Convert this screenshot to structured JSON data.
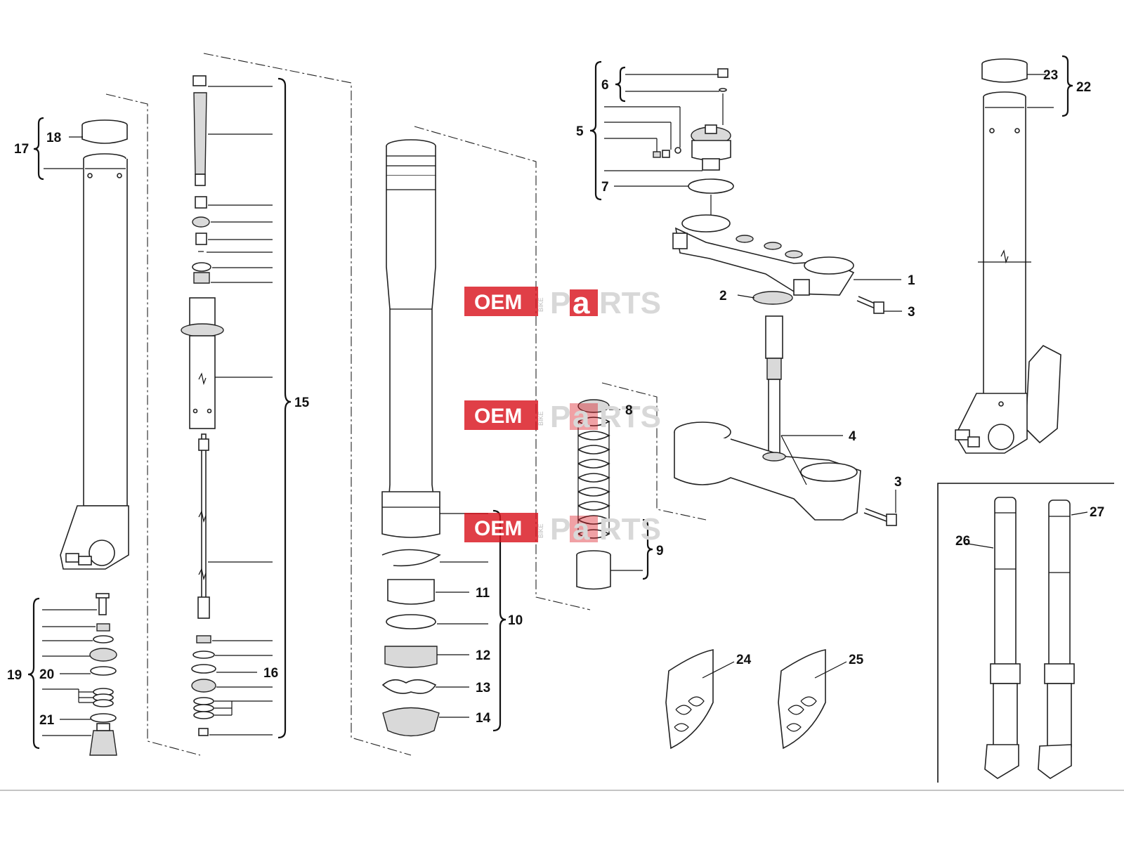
{
  "callouts": {
    "c1": "1",
    "c2": "2",
    "c3a": "3",
    "c3b": "3",
    "c4": "4",
    "c5": "5",
    "c6": "6",
    "c7": "7",
    "c8": "8",
    "c9": "9",
    "c10": "10",
    "c11": "11",
    "c12": "12",
    "c13": "13",
    "c14": "14",
    "c15": "15",
    "c16": "16",
    "c17": "17",
    "c18": "18",
    "c19": "19",
    "c20": "20",
    "c21": "21",
    "c22": "22",
    "c23": "23",
    "c24": "24",
    "c25": "25",
    "c26": "26",
    "c27": "27"
  },
  "watermark": {
    "oem": "OEM",
    "bike": "BIKE",
    "p": "P",
    "a": "a",
    "rts": "RTS"
  },
  "colors": {
    "watermark_red": "#d9151e",
    "watermark_gray": "#d8d8d8",
    "line": "#222222"
  }
}
